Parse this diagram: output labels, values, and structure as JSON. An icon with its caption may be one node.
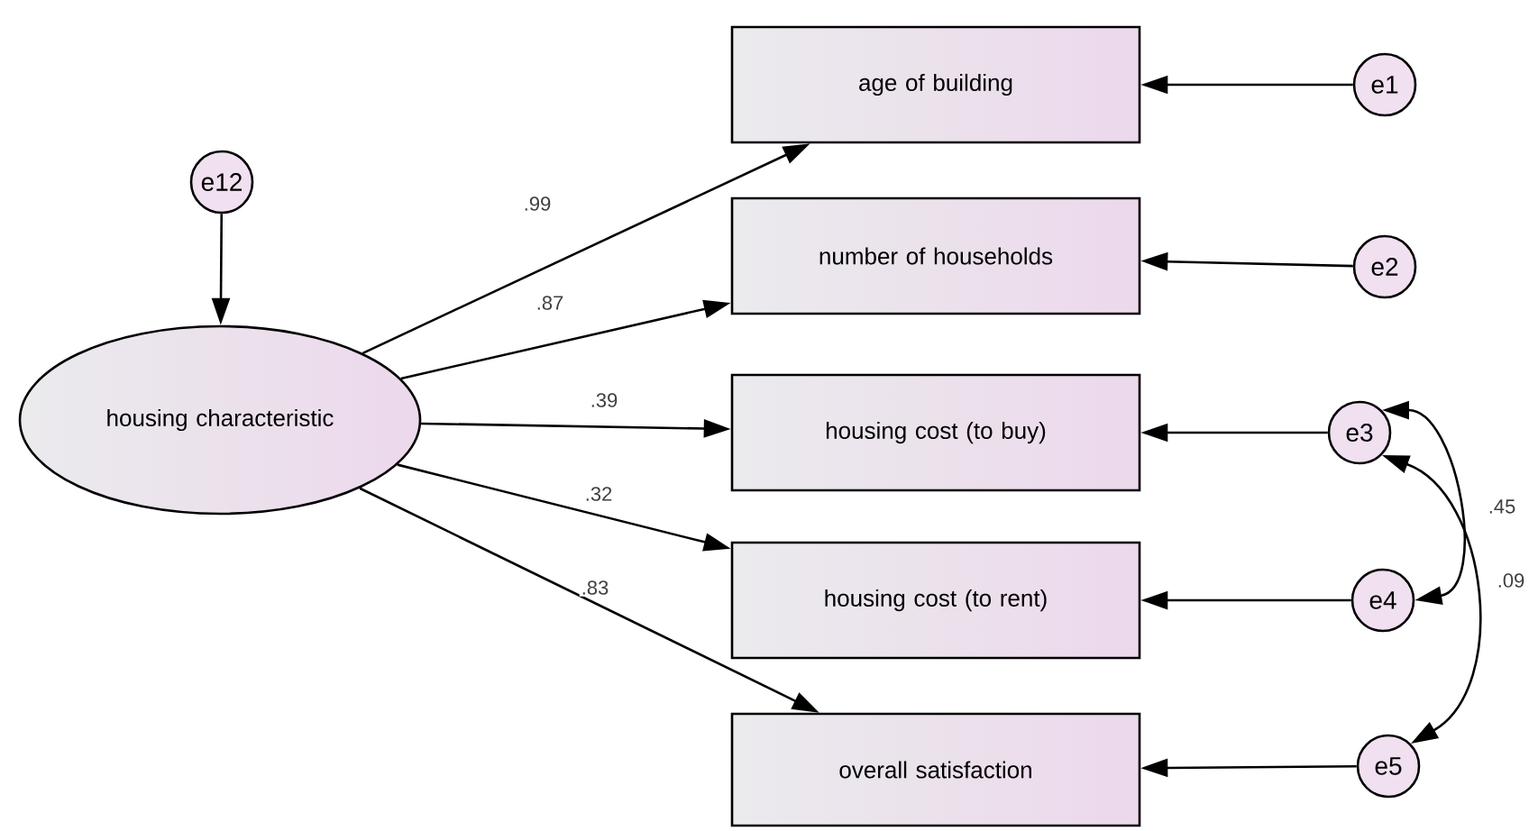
{
  "diagram": {
    "nodes": [
      {
        "text": [
          "housing characteristic"
        ]
      },
      {
        "text": [
          "e12"
        ]
      },
      {
        "text": [
          "age of building"
        ]
      },
      {
        "text": [
          "number of households"
        ]
      },
      {
        "text": [
          "housing cost (to buy)"
        ]
      },
      {
        "text": [
          "housing cost (to rent)"
        ]
      },
      {
        "text": [
          "overall satisfaction"
        ]
      },
      {
        "text": [
          "e1"
        ]
      },
      {
        "text": [
          "e2"
        ]
      },
      {
        "text": [
          "e3"
        ]
      },
      {
        "text": [
          "e4"
        ]
      },
      {
        "text": [
          "e5"
        ]
      }
    ],
    "edges": [
      {
        "from": 1,
        "to": 0,
        "arrow": "to"
      },
      {
        "from": 0,
        "to": 2,
        "arrow": "to",
        "label": ".99"
      },
      {
        "from": 0,
        "to": 3,
        "arrow": "to",
        "label": ".87"
      },
      {
        "from": 0,
        "to": 4,
        "arrow": "to",
        "label": ".39"
      },
      {
        "from": 0,
        "to": 5,
        "arrow": "to",
        "label": ".32"
      },
      {
        "from": 0,
        "to": 6,
        "arrow": "to",
        "label": ".83"
      },
      {
        "from": 7,
        "to": 2,
        "arrow": "to"
      },
      {
        "from": 8,
        "to": 3,
        "arrow": "to"
      },
      {
        "from": 9,
        "to": 4,
        "arrow": "to"
      },
      {
        "from": 10,
        "to": 5,
        "arrow": "to"
      },
      {
        "from": 11,
        "to": 6,
        "arrow": "to"
      },
      {
        "from": 9,
        "to": 10,
        "arrow": "both",
        "label": ".45"
      },
      {
        "from": 9,
        "to": 11,
        "arrow": "both",
        "label": ".09"
      }
    ]
  }
}
